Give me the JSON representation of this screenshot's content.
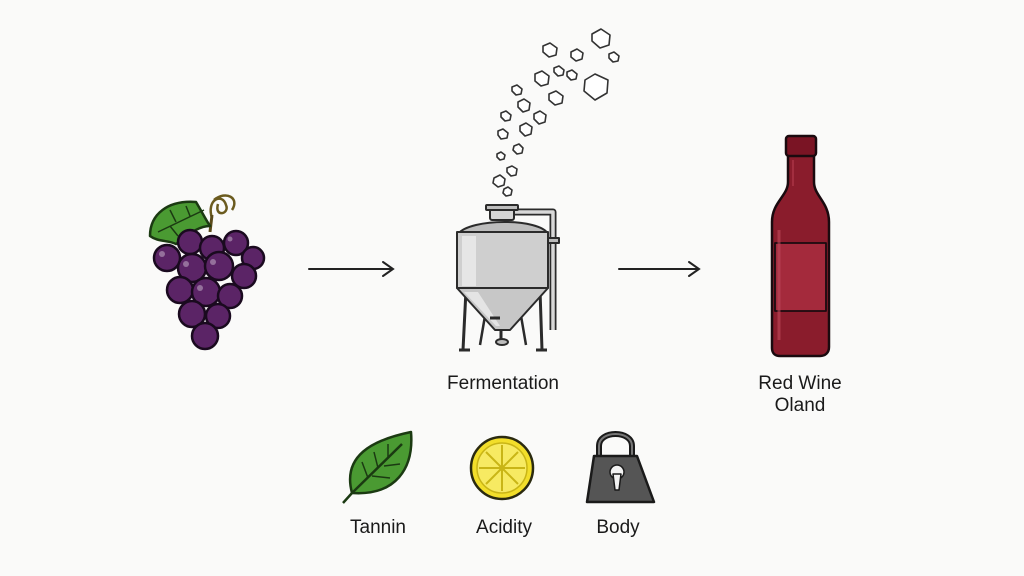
{
  "stages": {
    "fermentation_label": "Fermentation",
    "wine_label_line1": "Red Wine",
    "wine_label_line2": "Oland"
  },
  "properties": [
    {
      "label": "Tannin",
      "icon": "leaf-icon"
    },
    {
      "label": "Acidity",
      "icon": "lemon-slice-icon"
    },
    {
      "label": "Body",
      "icon": "weight-icon"
    }
  ],
  "icons": {
    "grapes": "grape-cluster-icon",
    "tank": "fermentation-tank-icon",
    "bottle": "wine-bottle-icon",
    "arrow": "arrow-right-icon",
    "bubbles": "co2-bubbles-icon"
  },
  "colors": {
    "grape": "#5b2466",
    "grape_leaf": "#4a9a32",
    "wine": "#8a1c2c",
    "tank": "#c9c9c9",
    "lemon": "#f2de2a",
    "weight": "#555555",
    "background": "#fafaf9"
  }
}
